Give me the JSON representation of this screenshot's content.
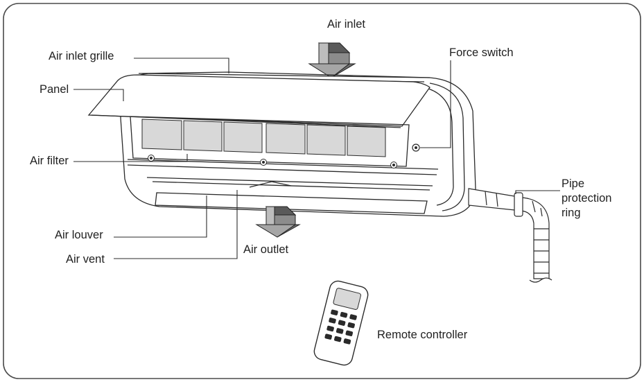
{
  "labels": {
    "air_inlet": "Air inlet",
    "air_inlet_grille": "Air inlet grille",
    "force_switch": "Force switch",
    "panel": "Panel",
    "air_filter": "Air filter",
    "pipe_protection_ring_line1": "Pipe",
    "pipe_protection_ring_line2": "protection",
    "pipe_protection_ring_line3": "ring",
    "air_louver": "Air louver",
    "air_vent": "Air vent",
    "air_outlet": "Air outlet",
    "remote_controller": "Remote controller"
  },
  "colors": {
    "line": "#2a2a2a",
    "arrow_fill": "#8c8c8c",
    "filter_fill": "#d8d8d8",
    "border": "#4a4a4a"
  }
}
